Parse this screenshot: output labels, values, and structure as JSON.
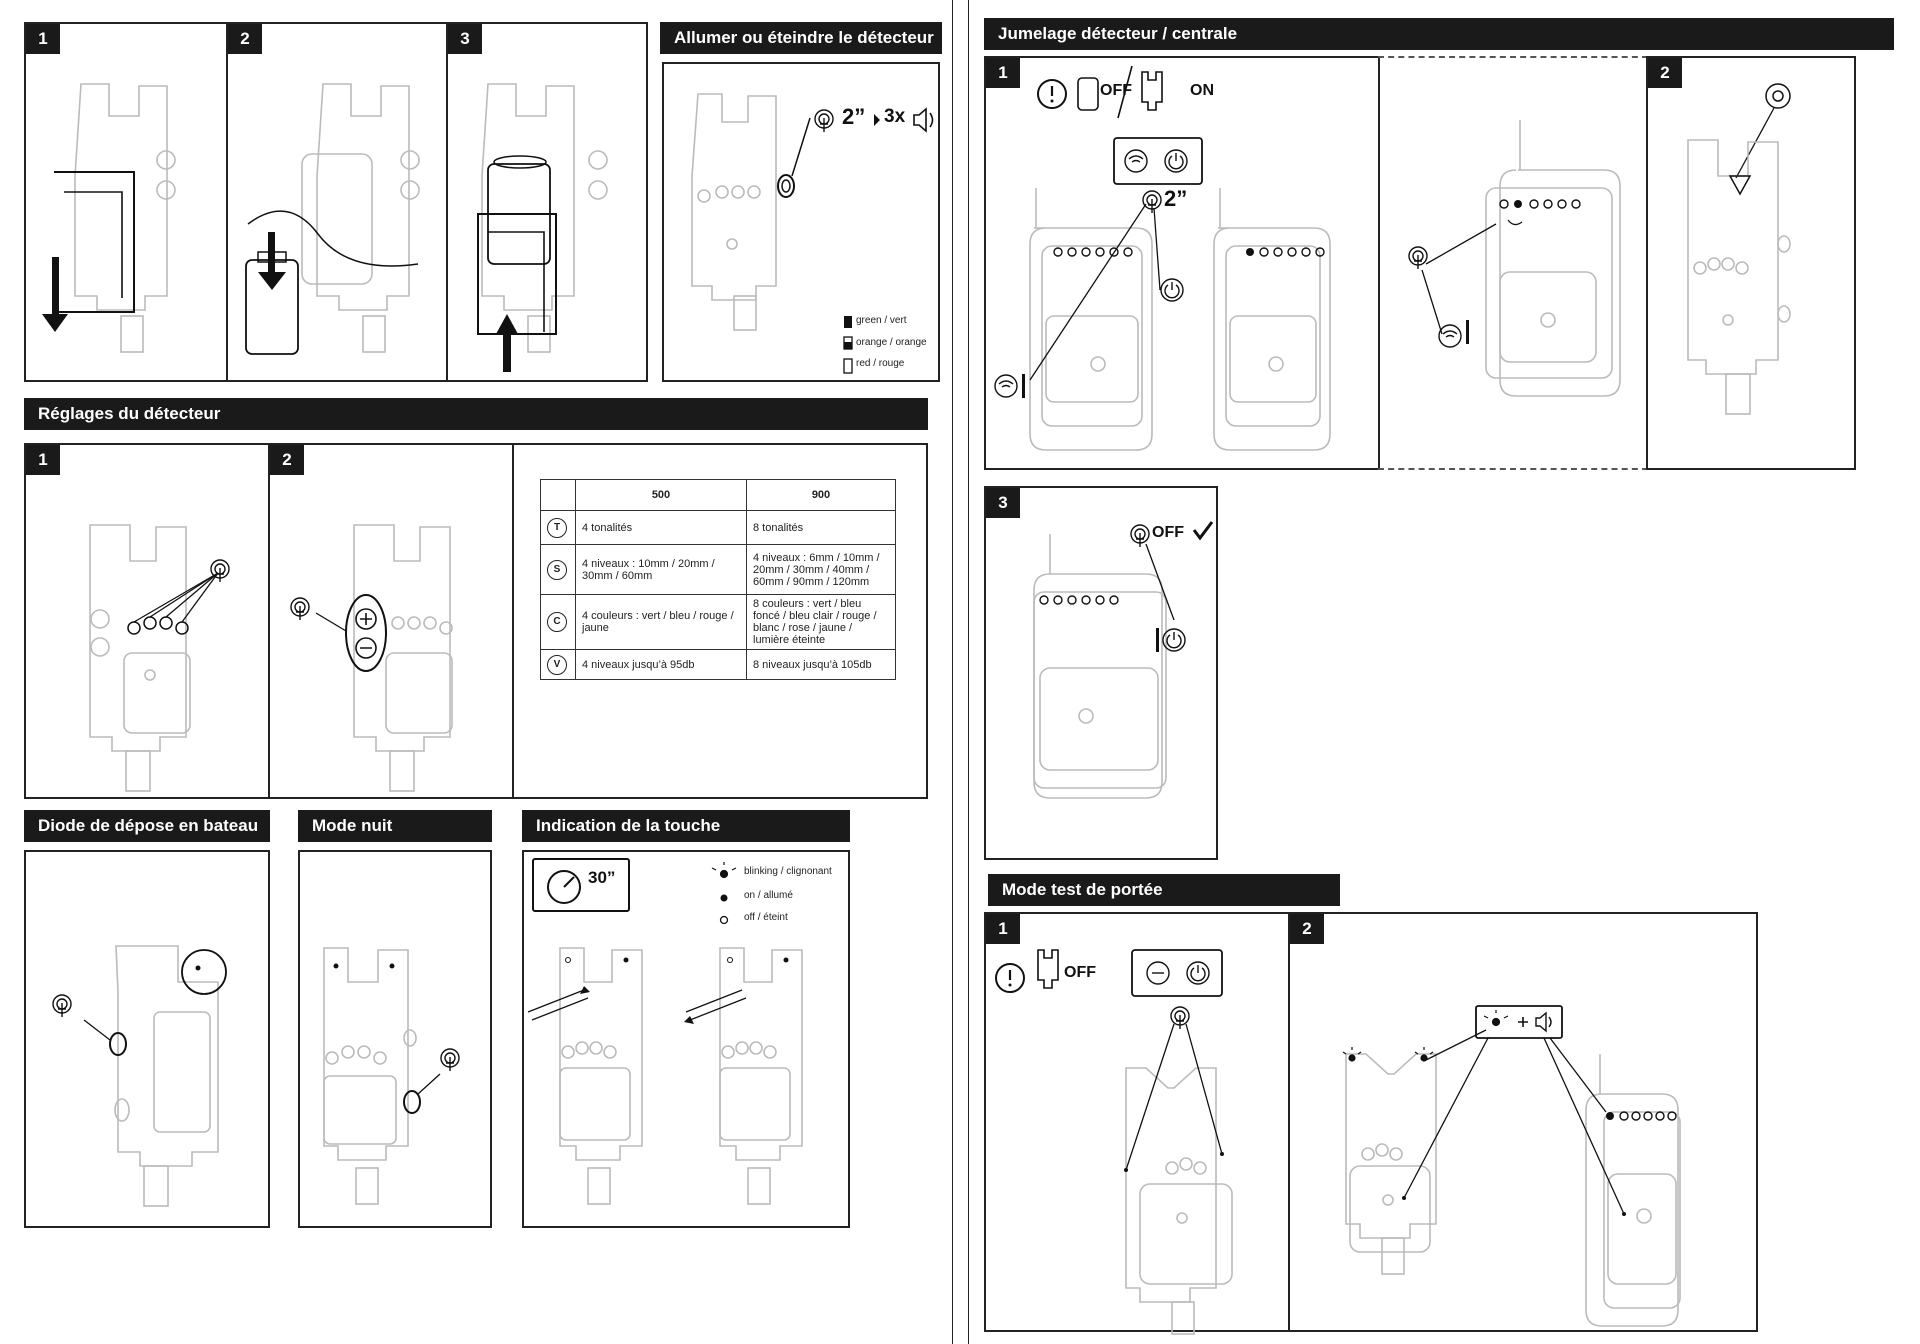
{
  "left": {
    "steps": [
      "1",
      "2",
      "3"
    ],
    "power": {
      "header": "Allumer ou éteindre le détecteur",
      "press": "2”",
      "beeps": "3x",
      "battery": [
        "green / vert",
        "orange / orange",
        "red / rouge"
      ]
    },
    "settings": {
      "header": "Réglages du détecteur",
      "steps": [
        "1",
        "2"
      ],
      "table": {
        "col_a": "500",
        "col_b": "900",
        "rows": [
          {
            "sym": "T",
            "a": "4 tonalités",
            "b": "8 tonalités"
          },
          {
            "sym": "S",
            "a": "4 niveaux : 10mm / 20mm / 30mm / 60mm",
            "b": "4 niveaux : 6mm / 10mm / 20mm / 30mm / 40mm / 60mm / 90mm / 120mm"
          },
          {
            "sym": "C",
            "a": "4 couleurs : vert / bleu / rouge / jaune",
            "b": "8 couleurs : vert / bleu foncé / bleu clair / rouge / blanc / rose / jaune / lumière éteinte"
          },
          {
            "sym": "V",
            "a": "4 niveaux jusqu’à 95db",
            "b": "8 niveaux jusqu’à 105db"
          }
        ]
      }
    },
    "boat": {
      "header": "Diode de dépose en bateau"
    },
    "night": {
      "header": "Mode nuit"
    },
    "bite": {
      "header": "Indication de la touche",
      "time": "30”",
      "legend": [
        "blinking / clignonant",
        "on / allumé",
        "off / éteint"
      ]
    }
  },
  "right": {
    "pairing": {
      "header": "Jumelage détecteur / centrale",
      "steps": [
        "1",
        "2",
        "3"
      ],
      "off": "OFF",
      "on": "ON",
      "press": "2”",
      "confirm_off": "OFF"
    },
    "range": {
      "header": "Mode test de portée",
      "steps": [
        "1",
        "2"
      ],
      "off": "OFF"
    }
  }
}
